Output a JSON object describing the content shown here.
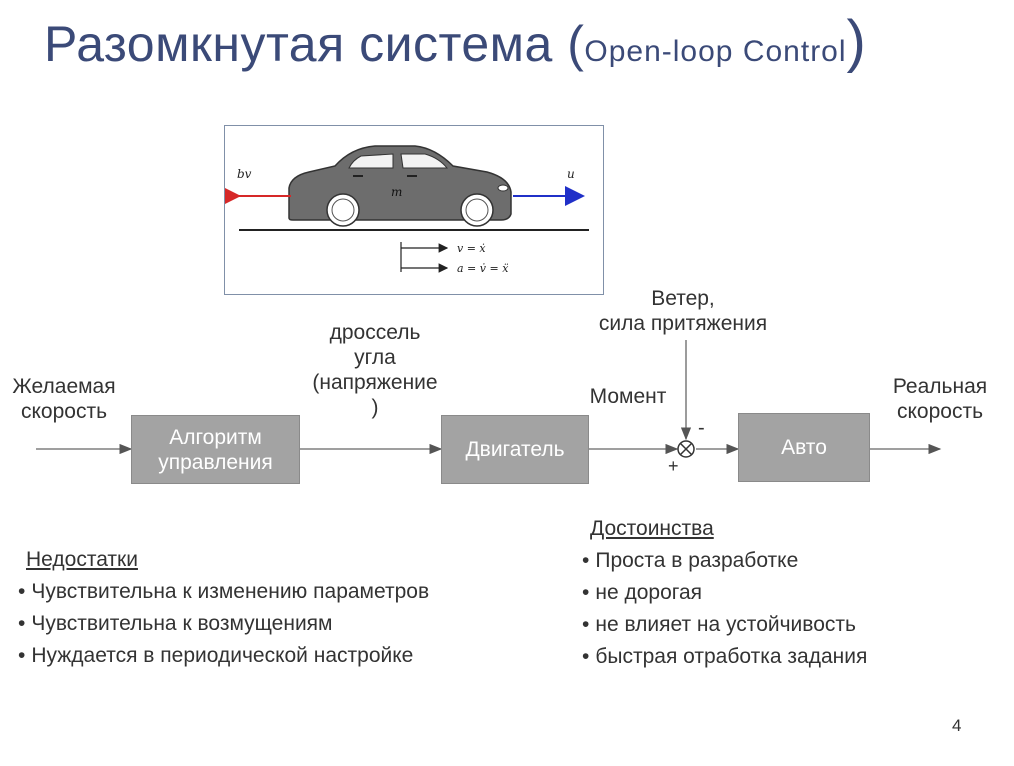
{
  "title": {
    "main": "Разомкнутая система (",
    "latin": "Open-loop Control",
    "close": ")"
  },
  "figure": {
    "left_force": "bv",
    "right_force": "u",
    "mass": "m",
    "eq_v": "v = ẋ",
    "eq_a": "a = v̇ = ẍ"
  },
  "diagram": {
    "input_label": [
      "Желаемая",
      "скорость"
    ],
    "throttle_label": [
      "дроссель",
      "угла",
      "(напряжение",
      ")"
    ],
    "disturbance_label": [
      "Ветер,",
      "сила притяжения"
    ],
    "torque_label": "Момент",
    "output_label": [
      "Реальная",
      "скорость"
    ],
    "minus_sign": "-",
    "plus_sign": "+",
    "blocks": {
      "controller": [
        "Алгоритм",
        "управления"
      ],
      "engine": "Двигатель",
      "car": "Авто"
    }
  },
  "disadvantages": {
    "header": "Недостатки",
    "items": [
      "Чувствительна к изменению параметров",
      "Чувствительна к возмущениям",
      "Нуждается в периодической настройке"
    ]
  },
  "advantages": {
    "header": "Достоинства",
    "items": [
      "Проста в разработке",
      "не дорогая",
      "не влияет на устойчивость",
      "быстрая отработка задания"
    ]
  },
  "page_number": "4"
}
